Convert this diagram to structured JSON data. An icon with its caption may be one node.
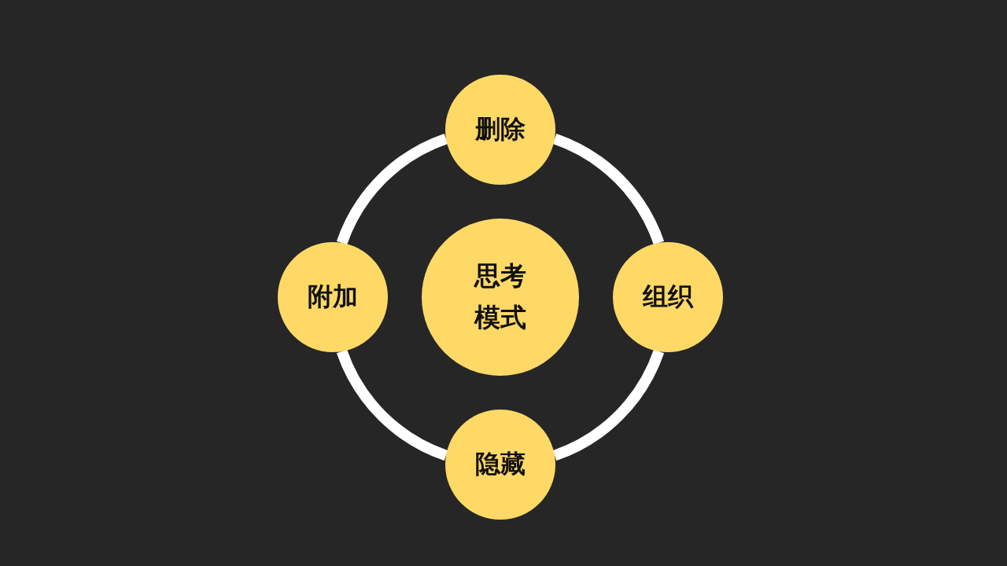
{
  "diagram": {
    "nodes": [
      {
        "text": [
          "思考模式"
        ]
      },
      {
        "text": [
          "删除"
        ]
      },
      {
        "text": [
          "组织"
        ]
      },
      {
        "text": [
          "隐藏"
        ]
      },
      {
        "text": [
          "附加"
        ]
      }
    ],
    "edges": [
      {
        "from": 1,
        "to": 2,
        "arrow": "none"
      },
      {
        "from": 2,
        "to": 3,
        "arrow": "none"
      },
      {
        "from": 3,
        "to": 4,
        "arrow": "none"
      },
      {
        "from": 4,
        "to": 1,
        "arrow": "none"
      }
    ]
  }
}
